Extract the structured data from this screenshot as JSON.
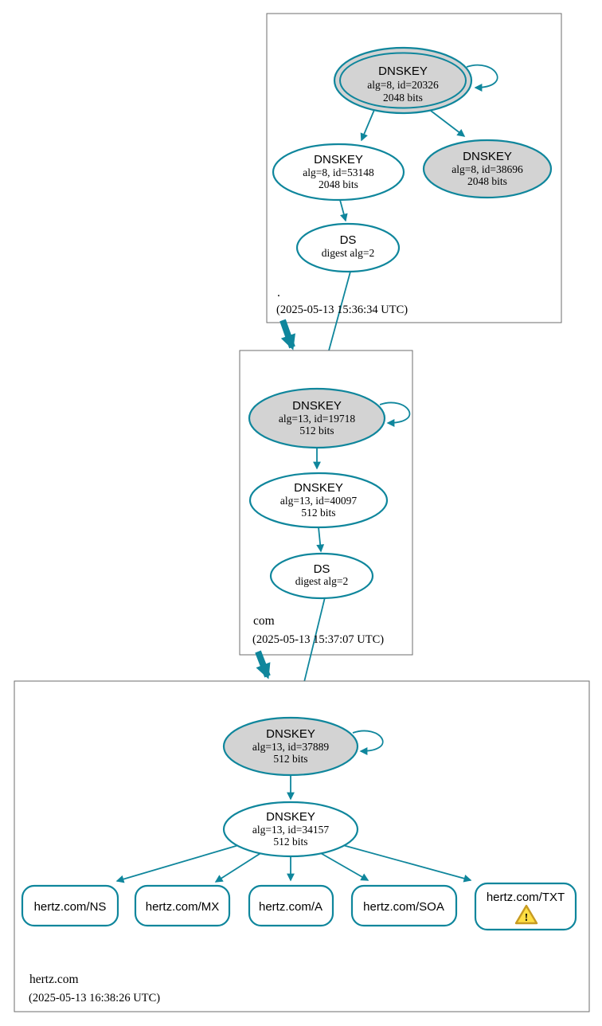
{
  "colors": {
    "edge_teal": "#0f869c",
    "ksk_fill": "#d3d3d3",
    "node_fill": "#ffffff",
    "zone_box_border": "#6e6e6e",
    "warning_fill": "#ffdf44",
    "warning_border": "#c79b22"
  },
  "zones": {
    "root": {
      "label": ".",
      "timestamp": "(2025-05-13 15:36:34 UTC)",
      "ksk": {
        "title": "DNSKEY",
        "alg": "alg=8, id=20326",
        "bits": "2048 bits"
      },
      "zsk": {
        "title": "DNSKEY",
        "alg": "alg=8, id=53148",
        "bits": "2048 bits"
      },
      "ksk2": {
        "title": "DNSKEY",
        "alg": "alg=8, id=38696",
        "bits": "2048 bits"
      },
      "ds": {
        "title": "DS",
        "digest": "digest alg=2"
      }
    },
    "com": {
      "label": "com",
      "timestamp": "(2025-05-13 15:37:07 UTC)",
      "ksk": {
        "title": "DNSKEY",
        "alg": "alg=13, id=19718",
        "bits": "512 bits"
      },
      "zsk": {
        "title": "DNSKEY",
        "alg": "alg=13, id=40097",
        "bits": "512 bits"
      },
      "ds": {
        "title": "DS",
        "digest": "digest alg=2"
      }
    },
    "hertz": {
      "label": "hertz.com",
      "timestamp": "(2025-05-13 16:38:26 UTC)",
      "ksk": {
        "title": "DNSKEY",
        "alg": "alg=13, id=37889",
        "bits": "512 bits"
      },
      "zsk": {
        "title": "DNSKEY",
        "alg": "alg=13, id=34157",
        "bits": "512 bits"
      },
      "rrsets": {
        "ns": {
          "label": "hertz.com/NS"
        },
        "mx": {
          "label": "hertz.com/MX"
        },
        "a": {
          "label": "hertz.com/A"
        },
        "soa": {
          "label": "hertz.com/SOA"
        },
        "txt": {
          "label": "hertz.com/TXT",
          "warning_glyph": "!"
        }
      }
    }
  }
}
